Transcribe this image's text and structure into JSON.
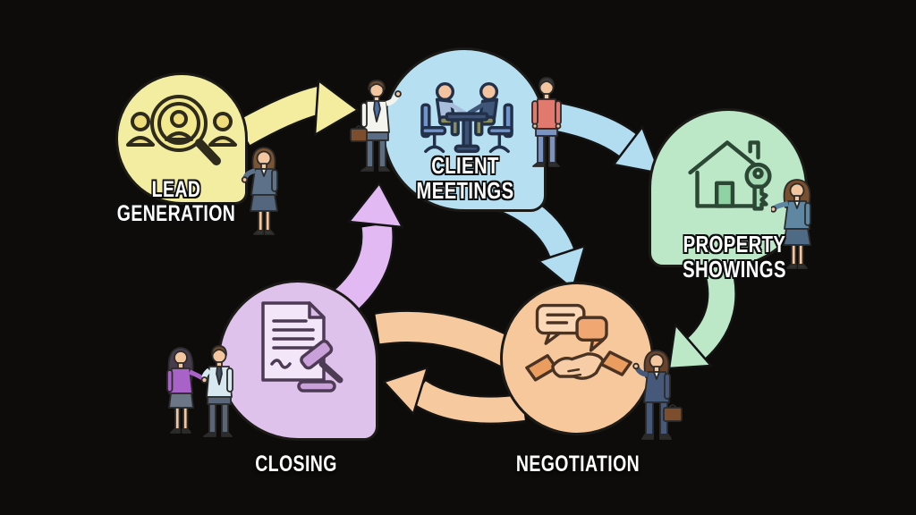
{
  "background": {
    "color": "#0d0c0a"
  },
  "stages": [
    {
      "id": "lead-generation",
      "lines": [
        "LEAD",
        "GENERATION"
      ],
      "color": "#f3eda1",
      "icon": "lead-search-icon"
    },
    {
      "id": "client-meetings",
      "lines": [
        "CLIENT",
        "MEETINGS"
      ],
      "color": "#b6e0f2",
      "icon": "meeting-table-icon"
    },
    {
      "id": "property-showings",
      "lines": [
        "PROPERTY",
        "SHOWINGS"
      ],
      "color": "#bce8c8",
      "icon": "house-key-icon"
    },
    {
      "id": "negotiation",
      "lines": [
        "NEGOTIATION"
      ],
      "color": "#f8c89d",
      "icon": "handshake-chat-icon"
    },
    {
      "id": "closing",
      "lines": [
        "CLOSING"
      ],
      "color": "#dec2eb",
      "icon": "contract-gavel-icon"
    }
  ],
  "arrows": [
    {
      "id": "lead-to-meetings",
      "from": "lead-generation",
      "to": "client-meetings",
      "color": "#f4eda0"
    },
    {
      "id": "meetings-to-showings",
      "from": "client-meetings",
      "to": "property-showings",
      "color": "#b2dcf0"
    },
    {
      "id": "meetings-to-negotiation",
      "from": "client-meetings",
      "to": "negotiation",
      "color": "#b2dcf0"
    },
    {
      "id": "showings-to-negotiation",
      "from": "property-showings",
      "to": "negotiation",
      "color": "#bce8c8"
    },
    {
      "id": "negotiation-to-closing",
      "from": "negotiation",
      "to": "closing",
      "color": "#f6c99f"
    },
    {
      "id": "closing-to-meetings",
      "from": "closing",
      "to": "client-meetings",
      "color": "#e2b9f2"
    }
  ],
  "figures": [
    {
      "id": "agent-lead",
      "desc": "businesswoman presenting"
    },
    {
      "id": "client-briefcase",
      "desc": "businessman with briefcase"
    },
    {
      "id": "client-casual",
      "desc": "man in red shirt"
    },
    {
      "id": "agent-showings",
      "desc": "businesswoman presenting"
    },
    {
      "id": "agent-negotiation",
      "desc": "businesswoman with briefcase"
    },
    {
      "id": "closing-couple",
      "desc": "couple holding hands"
    }
  ]
}
